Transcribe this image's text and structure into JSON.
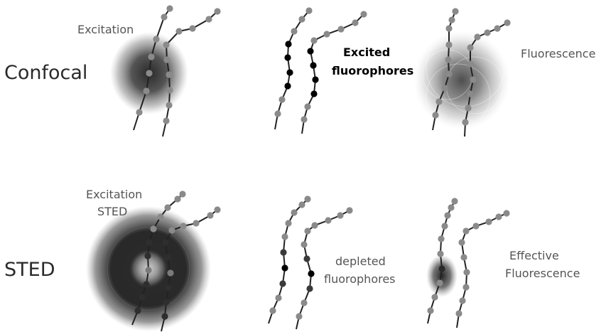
{
  "rows": {
    "confocal": "Confocal",
    "sted": "STED"
  },
  "labels": {
    "excitation": "Excitation",
    "excited_line1": "Excited",
    "excited_line2": "fluorophores",
    "fluorescence": "Fluorescence",
    "excitation_sted_line1": "Excitation",
    "excitation_sted_line2": "STED",
    "depleted_line1": "depleted",
    "depleted_line2": "fluorophores",
    "effective_line1": "Effective",
    "effective_line2": "Fluorescence"
  },
  "colors": {
    "fluorophore_idle": "#8a8a8a",
    "fluorophore_excited": "#000000",
    "fluorophore_depleted": "#3a3a3a",
    "strand": "#222222",
    "spot": "#1e1e1e"
  }
}
